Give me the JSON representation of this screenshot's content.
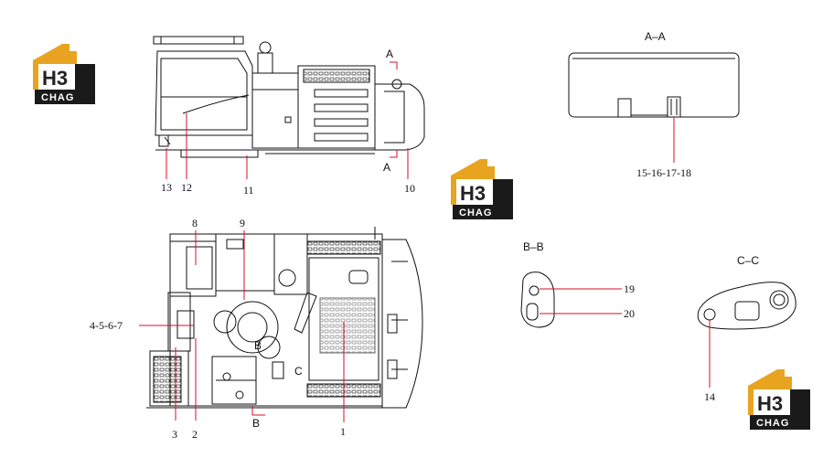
{
  "logo": {
    "letters": "H3",
    "word": "CHAG",
    "gold": "#e8a420",
    "dark": "#1a1a1a"
  },
  "colors": {
    "leader": "#d0102b",
    "line": "#111111"
  },
  "sections": {
    "aa": "A–A",
    "bb": "B–B",
    "cc": "C–C",
    "a_top": "A",
    "a_bottom": "A",
    "b_mark": "B",
    "b_bottom": "B",
    "c_mark": "C"
  },
  "labels": {
    "l1": "1",
    "l2": "2",
    "l3": "3",
    "l4567": "4-5-6-7",
    "l8": "8",
    "l9": "9",
    "l10": "10",
    "l11": "11",
    "l12": "12",
    "l13": "13",
    "l14": "14",
    "l15_18": "15-16-17-18",
    "l19": "19",
    "l20": "20"
  }
}
